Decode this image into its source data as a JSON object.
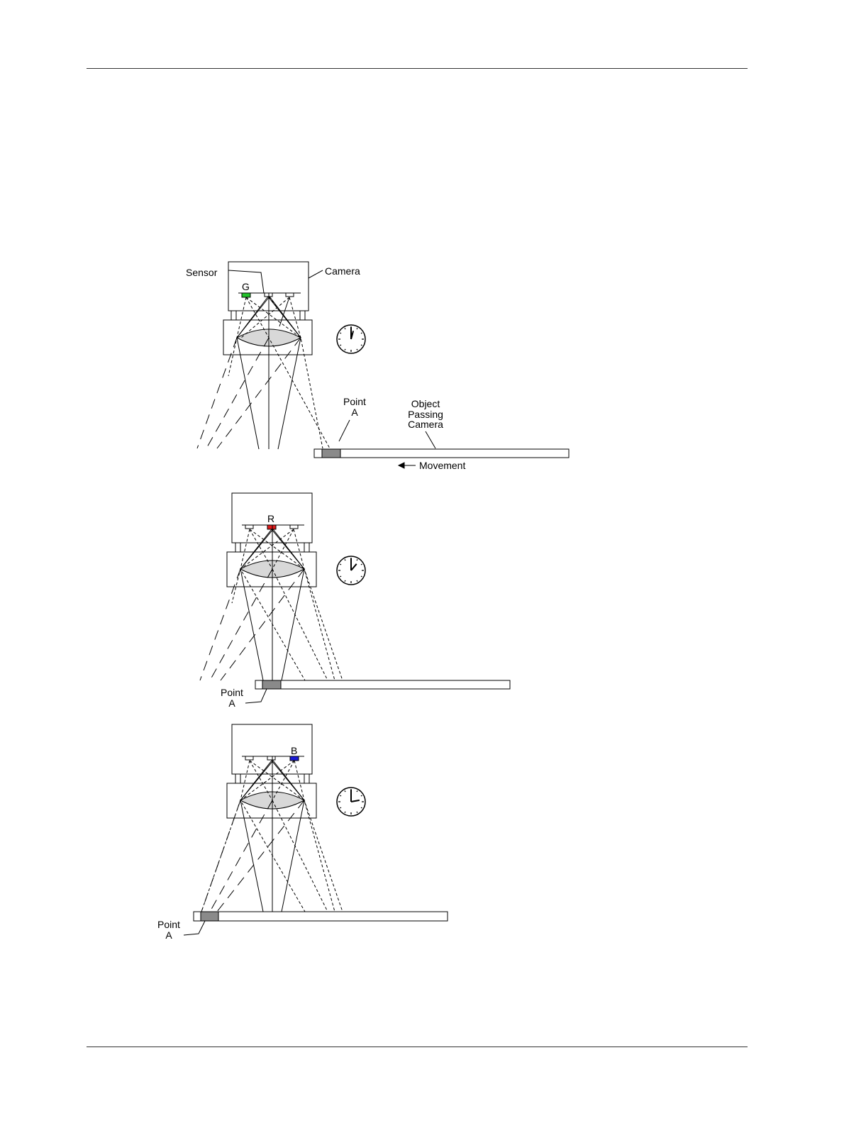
{
  "colors": {
    "sensor_green": "#22c22a",
    "sensor_red": "#e01b1b",
    "sensor_blue": "#1a1ad6",
    "point_region": "#8a8a8a",
    "lens_fill": "#d8d8d8"
  },
  "panels": [
    {
      "sensor_label": "G",
      "clock_hour_angle": 15,
      "labels": {
        "sensor": "Sensor",
        "camera": "Camera",
        "point_line1": "Point",
        "point_line2": "A",
        "object_line1": "Object",
        "object_line2": "Passing",
        "object_line3": "Camera",
        "movement": "Movement"
      }
    },
    {
      "sensor_label": "R",
      "clock_hour_angle": 40,
      "labels": {
        "point_line1": "Point",
        "point_line2": "A"
      }
    },
    {
      "sensor_label": "B",
      "clock_hour_angle": 80,
      "labels": {
        "point_line1": "Point",
        "point_line2": "A"
      }
    }
  ],
  "icons": [
    "clock-icon",
    "arrow-left-icon"
  ]
}
